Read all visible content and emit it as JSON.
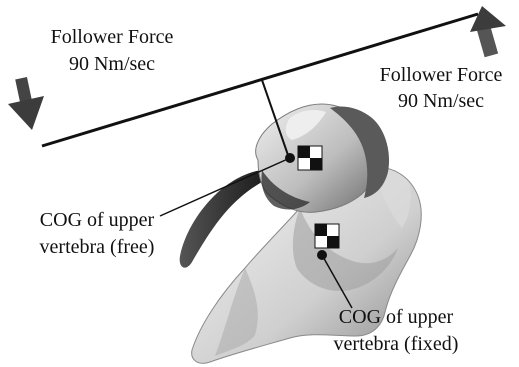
{
  "labels": {
    "force_left_line1": "Follower Force",
    "force_left_line2": "90 Nm/sec",
    "force_right_line1": "Follower Force",
    "force_right_line2": "90 Nm/sec",
    "cog_free_line1": "COG of upper",
    "cog_free_line2": "vertebra (free)",
    "cog_fixed_line1": "COG of upper",
    "cog_fixed_line2": "vertebra (fixed)"
  },
  "colors": {
    "ink": "#111111",
    "arrow": "#444444",
    "bone_light": "#e6e6e6",
    "bone_mid": "#b8b8b8",
    "bone_dark": "#3a3a3a"
  }
}
